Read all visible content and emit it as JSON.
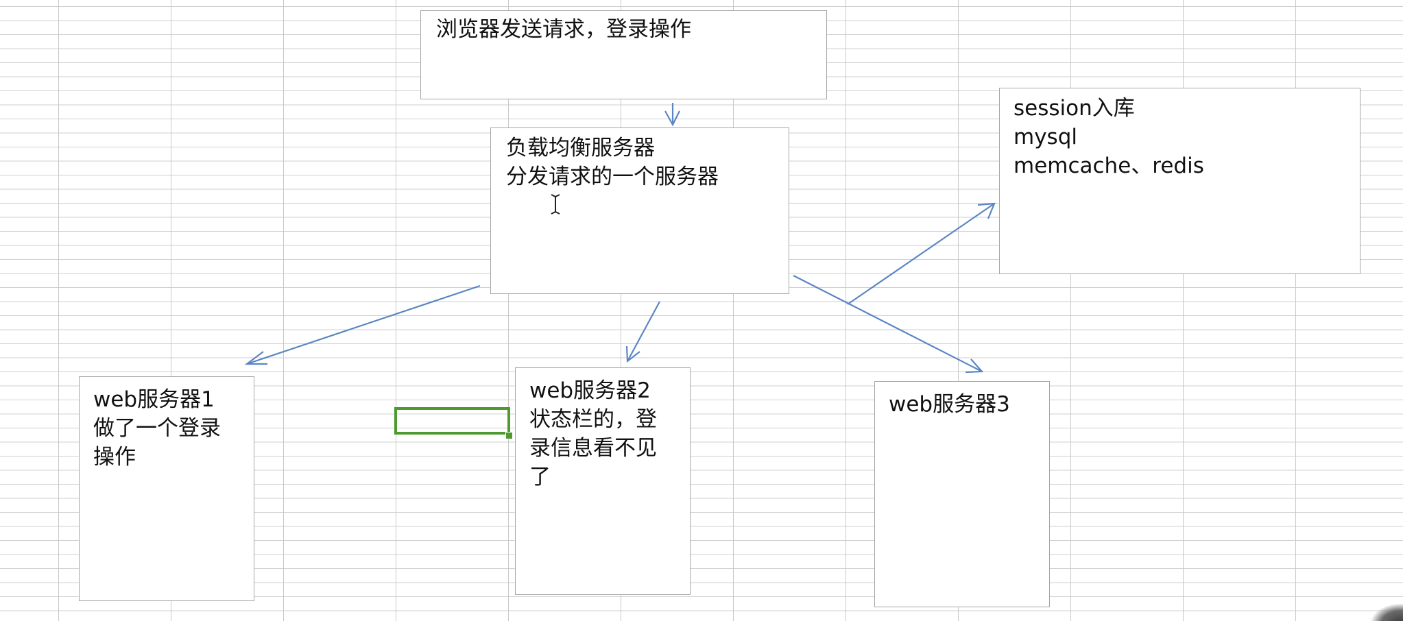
{
  "boxes": {
    "browser": {
      "lines": [
        "浏览器发送请求，登录操作"
      ]
    },
    "load_balancer": {
      "lines": [
        "负载均衡服务器",
        "分发请求的一个服务器"
      ]
    },
    "session_store": {
      "lines": [
        "session入库",
        "mysql",
        "memcache、redis"
      ]
    },
    "web1": {
      "lines": [
        "web服务器1",
        "做了一个登录",
        "操作"
      ]
    },
    "web2": {
      "lines": [
        "web服务器2",
        "状态栏的，登",
        "录信息看不见",
        "了"
      ]
    },
    "web3": {
      "lines": [
        "web服务器3"
      ]
    }
  },
  "colors": {
    "arrow": "#5b86c3",
    "selection": "#4e9a2f",
    "gridline": "#c8c8c8",
    "box_border": "#a6a6a6"
  }
}
